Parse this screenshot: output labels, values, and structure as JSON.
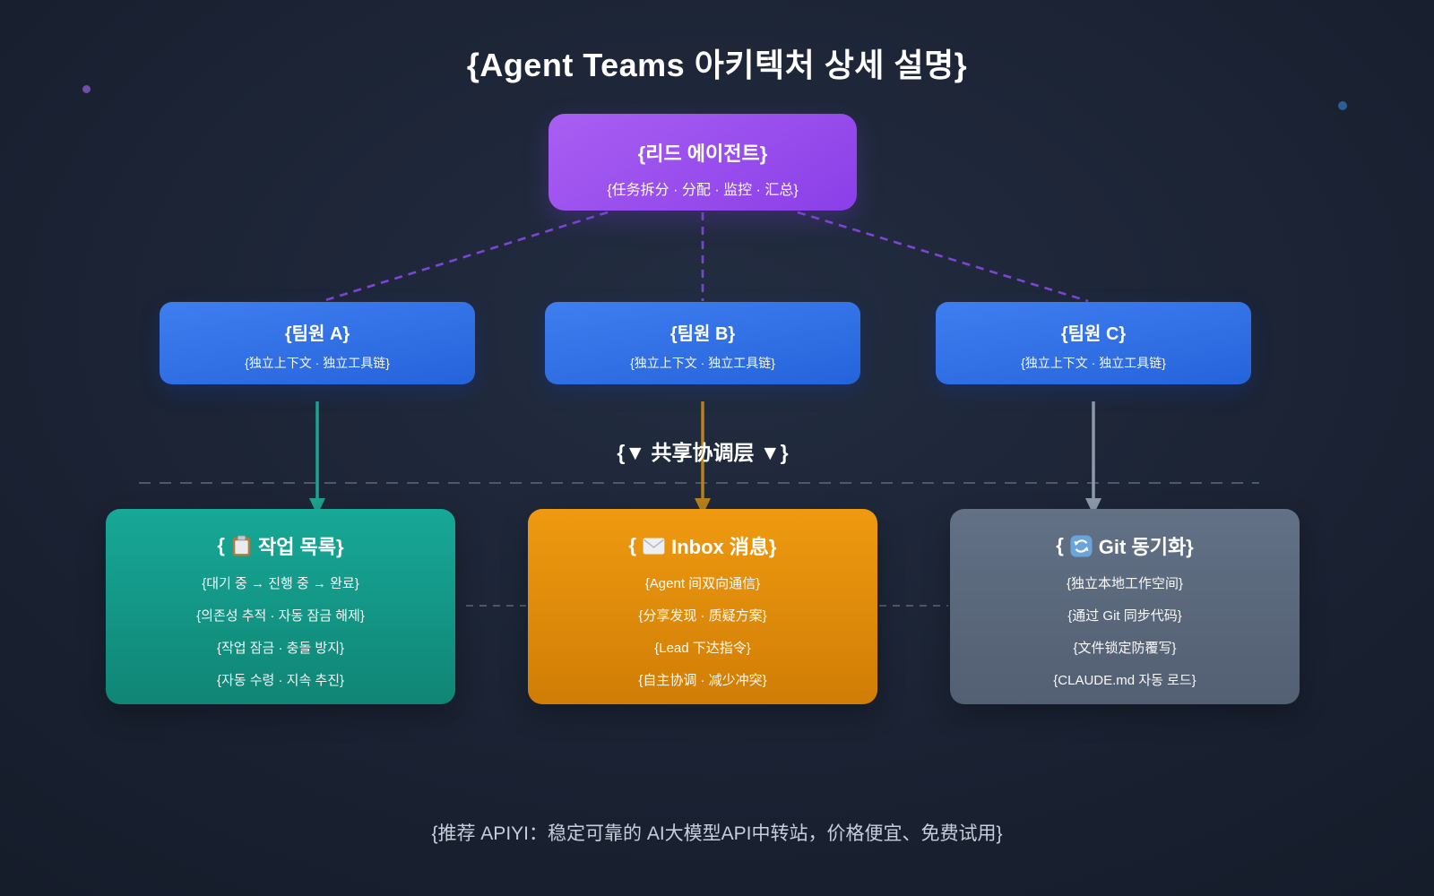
{
  "title": "{Agent Teams 아키텍처 상세 설명}",
  "lead_agent": {
    "title": "{리드 에이전트}",
    "subtitle": "{任务拆分 · 分配 · 监控 · 汇总}"
  },
  "team_members": [
    {
      "title": "{팀원 A}",
      "subtitle": "{独立上下文 · 独立工具链}"
    },
    {
      "title": "{팀원 B}",
      "subtitle": "{独立上下文 · 独立工具链}"
    },
    {
      "title": "{팀원 C}",
      "subtitle": "{独立上下文 · 独立工具链}"
    }
  ],
  "coordination_layer": {
    "label": "{▼ 共享协调层 ▼}"
  },
  "shared_layers": [
    {
      "icon": "clipboard-icon",
      "title_open": "{",
      "title": "작업 목록}",
      "lines": [
        "{대기 중 → 진행 중 → 완료}",
        "{의존성 추적 · 자동 잠금 해제}",
        "{작업 잠금 · 충돌 방지}",
        "{자동 수령 · 지속 추진}"
      ]
    },
    {
      "icon": "envelope-icon",
      "title_open": "{",
      "title": "Inbox 消息}",
      "lines": [
        "{Agent 间双向通信}",
        "{分享发现 · 质疑方案}",
        "{Lead 下达指令}",
        "{自主协调 · 减少冲突}"
      ]
    },
    {
      "icon": "sync-icon",
      "title_open": "{",
      "title": "Git 동기화}",
      "lines": [
        "{独立本地工作空间}",
        "{通过 Git 同步代码}",
        "{文件锁定防覆写}",
        "{CLAUDE.md 자동 로드}"
      ]
    }
  ],
  "footer": "{推荐 APIYI：稳定可靠的 AI大模型API中转站，价格便宜、免费试用}",
  "colors": {
    "lead_start": "#a95ff2",
    "lead_end": "#8a3fe8",
    "team_start": "#3f7ef0",
    "team_end": "#2563db",
    "tasks_start": "#17a897",
    "tasks_end": "#108575",
    "inbox_start": "#ef9a10",
    "inbox_end": "#d07d06",
    "git_start": "#627186",
    "git_end": "#535f72",
    "connector_purple": "#7e44d4",
    "arrow_teal": "#1ea390",
    "arrow_amber": "#b5821e",
    "arrow_gray": "#8d9aab",
    "divider": "#4d586a",
    "footer_text": "#c6cfda",
    "dot_purple": "#6d4fa8",
    "dot_blue": "#2e5c96"
  }
}
